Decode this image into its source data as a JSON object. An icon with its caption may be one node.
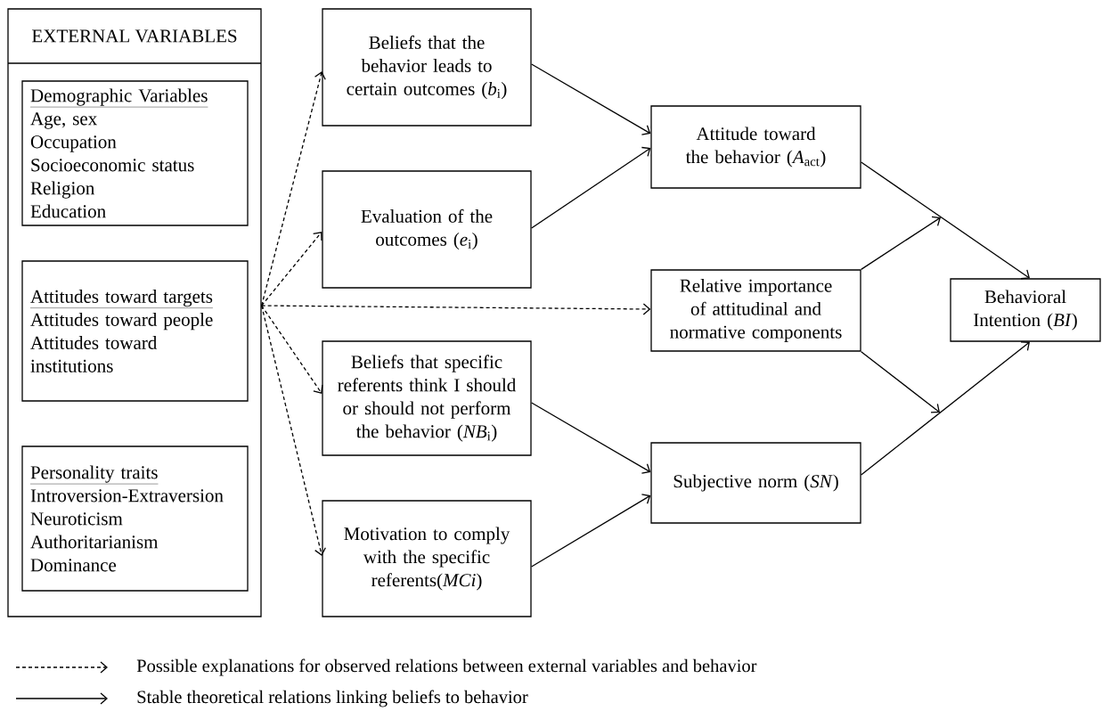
{
  "diagram": {
    "nodes": [
      {
        "text": [
          "EXTERNAL VARIABLES"
        ]
      },
      {
        "text": [
          "Demographic Variables",
          "Age, sex",
          "Occupation",
          "Socioeconomic status",
          "Religion",
          "Education"
        ],
        "in": 0
      },
      {
        "text": [
          "Attitudes toward targets",
          "Attitudes toward people",
          "Attitudes toward institutions"
        ],
        "in": 0
      },
      {
        "text": [
          "Personality traits",
          "Introversion-Extraversion",
          "Neuroticism",
          "Authoritarianism",
          "Dominance"
        ],
        "in": 0
      },
      {
        "text": [
          "Beliefs that the behavior leads to certain outcomes (*b*$_{i}$)"
        ]
      },
      {
        "text": [
          "Evaluation of the outcomes (*e*$_{i}$)"
        ]
      },
      {
        "text": [
          "Beliefs that specific referents think I should or should not perform the behavior (*NB*$_{i}$)"
        ]
      },
      {
        "text": [
          "Motivation to comply with the specific referents(*MCi*)"
        ]
      },
      {
        "text": [
          "Attitude toward the behavior (*A*$_{act}$)"
        ]
      },
      {
        "text": [
          "Relative importance of attitudinal and normative components"
        ]
      },
      {
        "text": [
          "Subjective norm (*SN*)"
        ]
      },
      {
        "text": [
          "Behavioral Intention (*BI*)"
        ]
      }
    ],
    "edges": [
      {
        "from": 0,
        "to": 4,
        "arrow": "to",
        "style": "dashed"
      },
      {
        "from": 0,
        "to": 5,
        "arrow": "to",
        "style": "dashed"
      },
      {
        "from": 0,
        "to": 9,
        "arrow": "to",
        "style": "dashed"
      },
      {
        "from": 0,
        "to": 6,
        "arrow": "to",
        "style": "dashed"
      },
      {
        "from": 0,
        "to": 7,
        "arrow": "to",
        "style": "dashed"
      },
      {
        "from": 4,
        "to": 8,
        "arrow": "to"
      },
      {
        "from": 5,
        "to": 8,
        "arrow": "to"
      },
      {
        "from": 6,
        "to": 10,
        "arrow": "to"
      },
      {
        "from": 7,
        "to": 10,
        "arrow": "to"
      },
      {
        "from": 8,
        "to": 11,
        "arrow": "to"
      },
      {
        "from": 9,
        "to": null,
        "arrow": "to"
      },
      {
        "from": 9,
        "to": null,
        "arrow": "to"
      },
      {
        "from": 10,
        "to": 11,
        "arrow": "to"
      }
    ],
    "legend": [
      {
        "text": "Possible explanations for observed relations between external variables and behavior"
      },
      {
        "text": "Stable theoretical relations linking beliefs to behavior"
      }
    ]
  }
}
